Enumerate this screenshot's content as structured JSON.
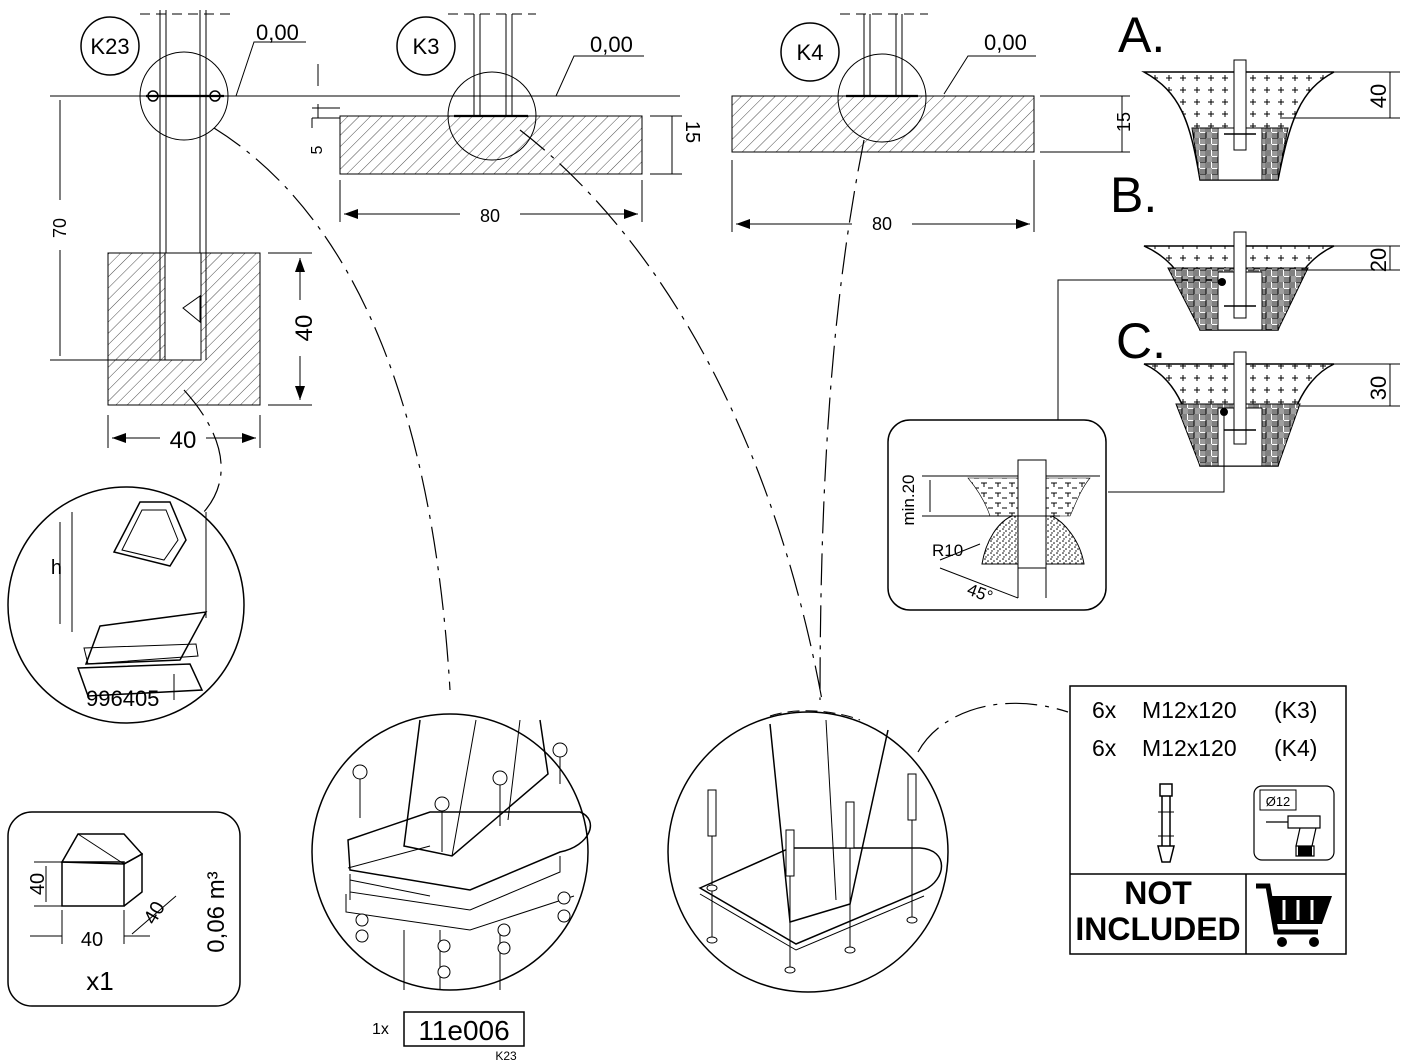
{
  "foundations": {
    "k23": {
      "label": "K23",
      "level": "0,00",
      "depth": "70",
      "block_height": "40",
      "block_width": "40"
    },
    "k3": {
      "label": "K3",
      "level": "0,00",
      "offset": "5",
      "thickness": "15",
      "width": "80"
    },
    "k4": {
      "label": "K4",
      "level": "0,00",
      "thickness": "15",
      "width": "80"
    }
  },
  "soil_details": {
    "a": {
      "label": "A.",
      "depth": "40"
    },
    "b": {
      "label": "B.",
      "depth": "20"
    },
    "c": {
      "label": "C.",
      "depth": "30"
    }
  },
  "drain_detail": {
    "min_depth": "min.20",
    "radius": "R10",
    "angle": "45°"
  },
  "insert_detail": {
    "dimension": "h",
    "part_number": "996405"
  },
  "concrete": {
    "height": "40",
    "width": "40",
    "depth": "40",
    "volume": "0,06 m³",
    "quantity": "x1"
  },
  "anchor_plate": {
    "quantity": "1x",
    "part_number": "11e006",
    "sub_label": "K23"
  },
  "fasteners": {
    "line1": {
      "qty": "6x",
      "spec": "M12x120",
      "ref": "(K3)"
    },
    "line2": {
      "qty": "6x",
      "spec": "M12x120",
      "ref": "(K4)"
    },
    "drill_size": "Ø12",
    "not_included_1": "NOT",
    "not_included_2": "INCLUDED"
  },
  "icons": [
    "cart-icon",
    "drill-icon",
    "anchor-bolt-icon"
  ]
}
